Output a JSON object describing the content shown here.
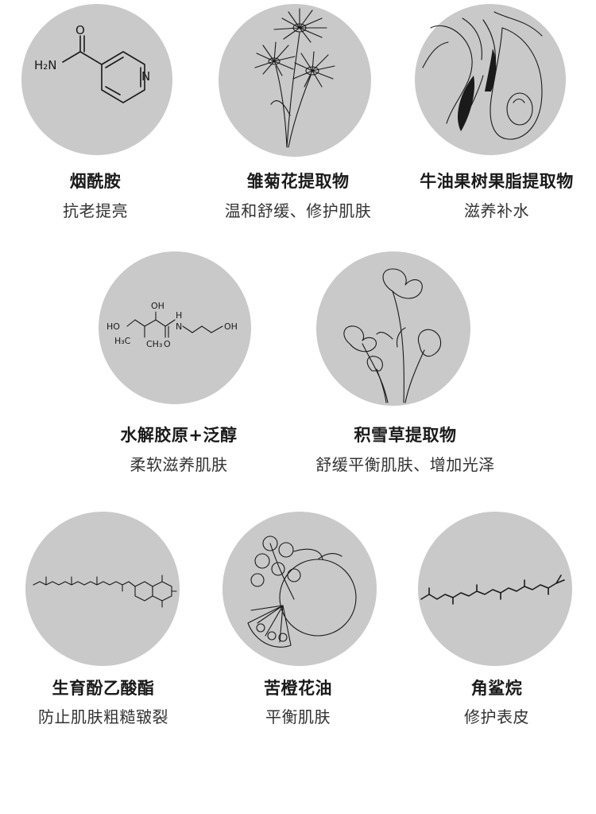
{
  "ingredients": [
    {
      "name": "烟酰胺",
      "desc": "抗老提亮",
      "icon": "niacinamide-molecule-icon",
      "formula": {
        "amine": "H₂N",
        "oxygen": "O",
        "nitrogen": "N"
      }
    },
    {
      "name": "雏菊花提取物",
      "desc": "温和舒缓、修护肌肤",
      "icon": "daisy-flower-icon"
    },
    {
      "name": "牛油果树果脂提取物",
      "desc": "滋养补水",
      "icon": "avocado-icon"
    },
    {
      "name": "水解胶原+泛醇",
      "desc": "柔软滋养肌肤",
      "icon": "panthenol-molecule-icon",
      "formula": {
        "ho_left": "HO",
        "oh_top": "OH",
        "h3c": "H₃C",
        "ch3": "CH₃",
        "o": "O",
        "nh": "H",
        "n": "N",
        "oh_right": "OH"
      }
    },
    {
      "name": "积雪草提取物",
      "desc": "舒缓平衡肌肤、增加光泽",
      "icon": "centella-leaf-icon"
    },
    {
      "name": "生育酚乙酸酯",
      "desc": "防止肌肤粗糙皲裂",
      "icon": "tocopheryl-molecule-icon"
    },
    {
      "name": "苦橙花油",
      "desc": "平衡肌肤",
      "icon": "bitter-orange-icon"
    },
    {
      "name": "角鲨烷",
      "desc": "修护表皮",
      "icon": "squalane-chain-icon"
    }
  ],
  "colors": {
    "circle": "#c9c9c9",
    "line": "#1a1a1a",
    "background": "#ffffff"
  }
}
